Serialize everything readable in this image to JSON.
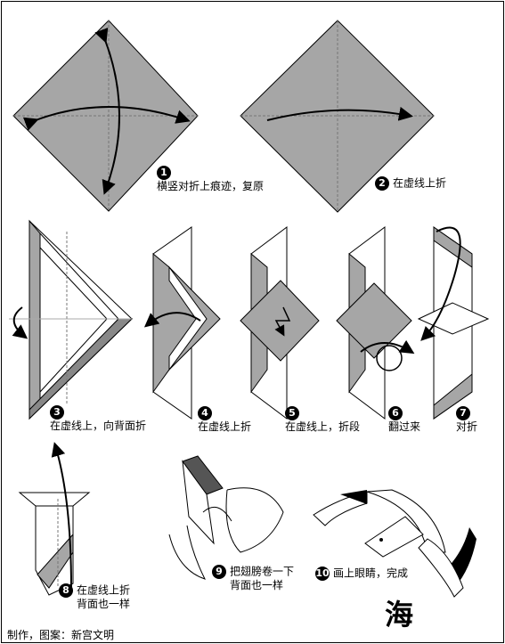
{
  "steps": [
    {
      "num": "1",
      "text": "横竖对折上痕迹，复原"
    },
    {
      "num": "2",
      "text": "在虚线上折"
    },
    {
      "num": "3",
      "text": "在虚线上，向背面折"
    },
    {
      "num": "4",
      "text": "在虚线上折"
    },
    {
      "num": "5",
      "text": "在虚线上，折段"
    },
    {
      "num": "6",
      "text": "翻过来"
    },
    {
      "num": "7",
      "text": "对折"
    },
    {
      "num": "8",
      "text_line1": "在虚线上折",
      "text_line2": "背面也一样"
    },
    {
      "num": "9",
      "text_line1": "把翅膀卷一下",
      "text_line2": "背面也一样"
    },
    {
      "num": "10",
      "text": "画上眼睛，完成"
    }
  ],
  "credit": "制作，图案：新宫文明",
  "title_char": "海",
  "colors": {
    "paper_gray": "#a6a6a6",
    "paper_white": "#ffffff",
    "shadow": "#555555",
    "line": "#000000"
  }
}
